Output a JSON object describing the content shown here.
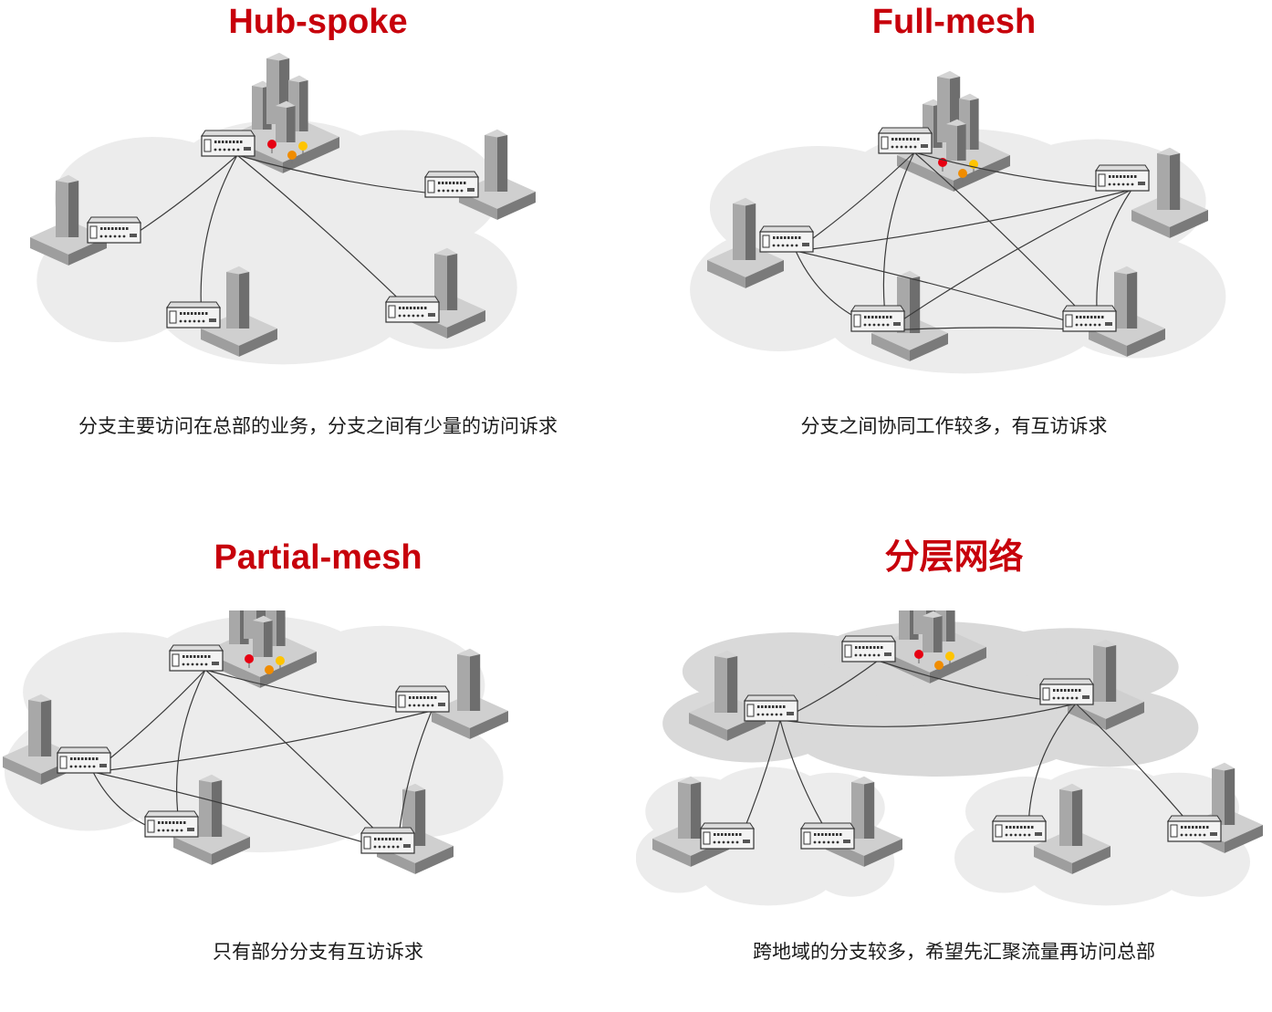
{
  "panels": [
    {
      "title": "Hub-spoke",
      "caption": "分支主要访问在总部的业务，分支之间有少量的访问诉求",
      "nodes": [
        {
          "id": "hq",
          "role": "headquarters"
        },
        {
          "id": "b1",
          "role": "branch"
        },
        {
          "id": "b2",
          "role": "branch"
        },
        {
          "id": "b3",
          "role": "branch"
        },
        {
          "id": "b4",
          "role": "branch"
        }
      ],
      "links": [
        [
          "hq",
          "b1"
        ],
        [
          "hq",
          "b2"
        ],
        [
          "hq",
          "b3"
        ],
        [
          "hq",
          "b4"
        ]
      ]
    },
    {
      "title": "Full-mesh",
      "caption": "分支之间协同工作较多，有互访诉求",
      "nodes": [
        {
          "id": "hq",
          "role": "headquarters"
        },
        {
          "id": "b1",
          "role": "branch"
        },
        {
          "id": "b2",
          "role": "branch"
        },
        {
          "id": "b3",
          "role": "branch"
        },
        {
          "id": "b4",
          "role": "branch"
        }
      ],
      "links": [
        [
          "hq",
          "b1"
        ],
        [
          "hq",
          "b2"
        ],
        [
          "hq",
          "b3"
        ],
        [
          "hq",
          "b4"
        ],
        [
          "b1",
          "b2"
        ],
        [
          "b1",
          "b3"
        ],
        [
          "b1",
          "b4"
        ],
        [
          "b2",
          "b3"
        ],
        [
          "b2",
          "b4"
        ],
        [
          "b3",
          "b4"
        ]
      ]
    },
    {
      "title": "Partial-mesh",
      "caption": "只有部分分支有互访诉求",
      "nodes": [
        {
          "id": "hq",
          "role": "headquarters"
        },
        {
          "id": "b1",
          "role": "branch"
        },
        {
          "id": "b2",
          "role": "branch"
        },
        {
          "id": "b3",
          "role": "branch"
        },
        {
          "id": "b4",
          "role": "branch"
        }
      ],
      "links": [
        [
          "hq",
          "b1"
        ],
        [
          "hq",
          "b2"
        ],
        [
          "hq",
          "b3"
        ],
        [
          "hq",
          "b4"
        ],
        [
          "b1",
          "b2"
        ],
        [
          "b1",
          "b3"
        ],
        [
          "b1",
          "b4"
        ],
        [
          "b2",
          "b4"
        ]
      ]
    },
    {
      "title": "分层网络",
      "caption": "跨地域的分支较多，希望先汇聚流量再访问总部",
      "nodes": [
        {
          "id": "hq",
          "role": "headquarters"
        },
        {
          "id": "a1",
          "role": "aggregation"
        },
        {
          "id": "a2",
          "role": "aggregation"
        },
        {
          "id": "b1",
          "role": "branch"
        },
        {
          "id": "b2",
          "role": "branch"
        },
        {
          "id": "b3",
          "role": "branch"
        },
        {
          "id": "b4",
          "role": "branch"
        }
      ],
      "links": [
        [
          "hq",
          "a1"
        ],
        [
          "hq",
          "a2"
        ],
        [
          "a1",
          "a2"
        ],
        [
          "a1",
          "b1"
        ],
        [
          "a1",
          "b2"
        ],
        [
          "a2",
          "b3"
        ],
        [
          "a2",
          "b4"
        ]
      ]
    }
  ],
  "colors": {
    "title": "#c7000b",
    "cloud": "#ececec",
    "cloud_inner": "#d9d9d9",
    "link": "#3a3a3a",
    "building": "#8c8c8c",
    "base": "#b5b5b5",
    "router": "#f3f3f3",
    "led_red": "#e60012",
    "led_orange": "#f08c00",
    "led_yellow": "#ffc400"
  }
}
